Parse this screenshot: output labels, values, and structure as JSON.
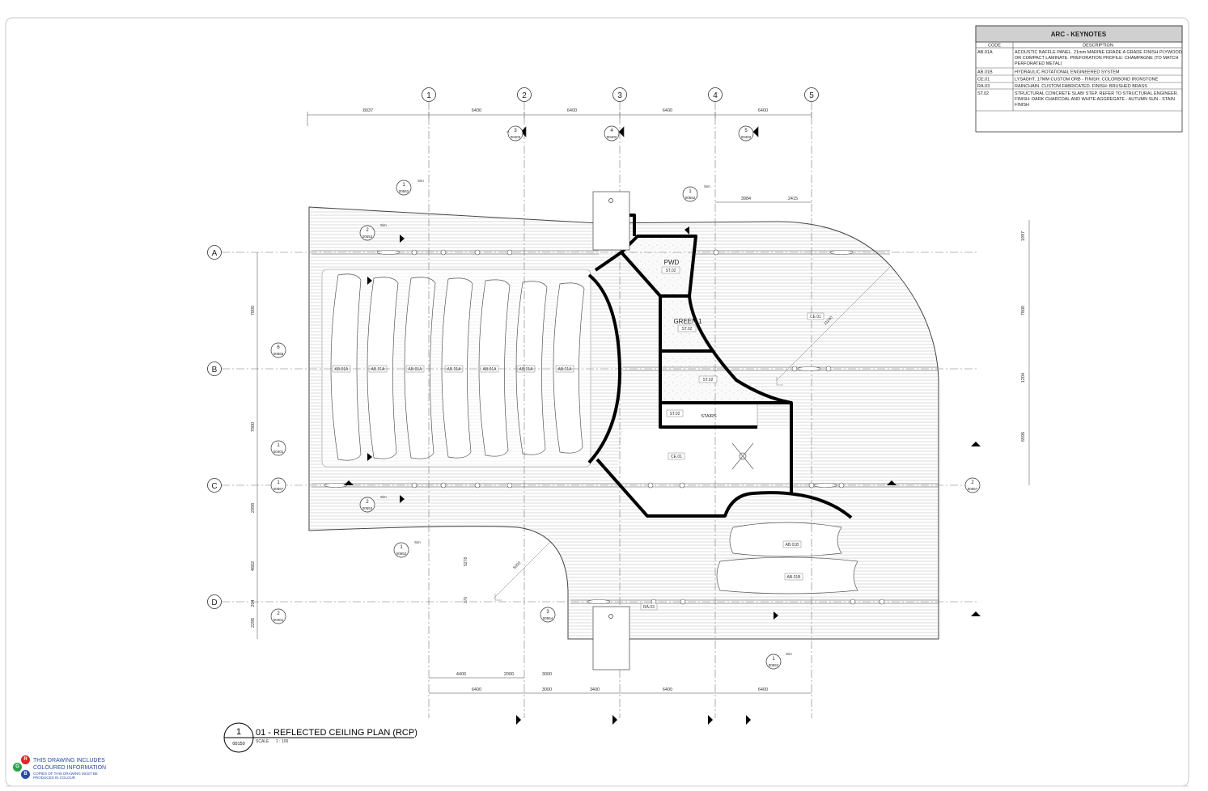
{
  "keynotes": {
    "title": "ARC - KEYNOTES",
    "col_code": "CODE",
    "col_description": "DESCRIPTION",
    "rows": [
      {
        "code": "AB.01A",
        "lines": [
          "ACOUSTIC BAFFLE PANEL. 21mm MARINE GRADE A GRADE FINISH PLYWOOD",
          "OR COMPACT LAMINATE. PREFORATION PROFILE: CHAMPAGNE (TO MATCH",
          "PERFORATED METAL)"
        ]
      },
      {
        "code": "AB.01B",
        "lines": [
          "HYDRAULIC ROTATIONAL ENGINEERED SYSTEM"
        ]
      },
      {
        "code": "CE.01",
        "lines": [
          "LYSAGHT. 17MM CUSTOM ORB - FINISH: COLORBOND IRONSTONE"
        ]
      },
      {
        "code": "RA.03",
        "lines": [
          "RAINCHAIN. CUSTOM FABRICATED. FINISH: BRUSHED BRASS"
        ]
      },
      {
        "code": "ST.02",
        "lines": [
          "STRUCTURAL CONCRETE SLAB/ STEP. REFER TO STRUCTURAL ENGINEER.",
          "FINISH: DARK CHARCOAL AND WHITE AGGREGATE - AUTUMN SUN - STAIN",
          "FINISH"
        ]
      }
    ]
  },
  "grid_numbers": [
    "1",
    "2",
    "3",
    "4",
    "5"
  ],
  "grid_letters": [
    "A",
    "B",
    "C",
    "D"
  ],
  "top_dims": [
    "8037",
    "6400",
    "6400",
    "6400",
    "6400"
  ],
  "bottom_dims_row1": [
    "4400",
    "2000",
    "3000"
  ],
  "bottom_dims_row2": [
    "6400",
    "3000",
    "3400",
    "6400",
    "6400"
  ],
  "right_dims": [
    "1997",
    "7800",
    "1204",
    "6596"
  ],
  "left_dims": [
    "7800",
    "7800",
    "2998",
    "4802",
    "204",
    "2296"
  ],
  "misc_dims": {
    "d3984": "3984",
    "d2415": "2415",
    "d5278": "5278",
    "d5000": "5000",
    "d370": "370",
    "d11190": "11190"
  },
  "room_labels": {
    "pwd": "PWD",
    "green1": "GREEN 1",
    "stairs": "STAIRS"
  },
  "tags": {
    "st02": "ST.02",
    "ab01a": "AB.01A",
    "ab01b": "AB.01B",
    "ce01": "CE.01",
    "ra03": "RA.03"
  },
  "markers": {
    "m1": {
      "num": "3",
      "ref": "00402"
    },
    "m2": {
      "num": "4",
      "ref": "00402"
    },
    "m3": {
      "num": "5",
      "ref": "00402"
    },
    "m4": {
      "num": "1",
      "ref": "00552"
    },
    "m5": {
      "num": "1",
      "ref": "00552"
    },
    "m6": {
      "num": "2",
      "ref": "00552"
    },
    "m7": {
      "num": "6",
      "ref": "00565"
    },
    "m8": {
      "num": "1",
      "ref": "00401"
    },
    "m9": {
      "num": "1",
      "ref": "00567"
    },
    "m10": {
      "num": "2",
      "ref": "00552"
    },
    "m11": {
      "num": "1",
      "ref": "00552"
    },
    "m12": {
      "num": "2",
      "ref": "00401"
    },
    "m13": {
      "num": "3",
      "ref": "00554"
    },
    "m14": {
      "num": "1",
      "ref": "00552"
    },
    "m15": {
      "num": "2",
      "ref": "00567"
    },
    "sim": "Sim"
  },
  "title_block": {
    "num": "1",
    "sheet": "00150",
    "title": "01 - REFLECTED CEILING PLAN (RCP)",
    "scale_label": "SCALE",
    "scale_value": "1 : 100"
  },
  "legend": {
    "r": "R",
    "g": "G",
    "b": "B",
    "line1": "THIS DRAWING INCLUDES",
    "line2": "COLOURED INFORMATION",
    "line3": "COPIES OF THIS DRAWING MUST BE",
    "line4": "PRODUCED IN COLOUR",
    "colors": {
      "r": "#e02424",
      "g": "#2aa44a",
      "b": "#2a4aa8"
    }
  }
}
